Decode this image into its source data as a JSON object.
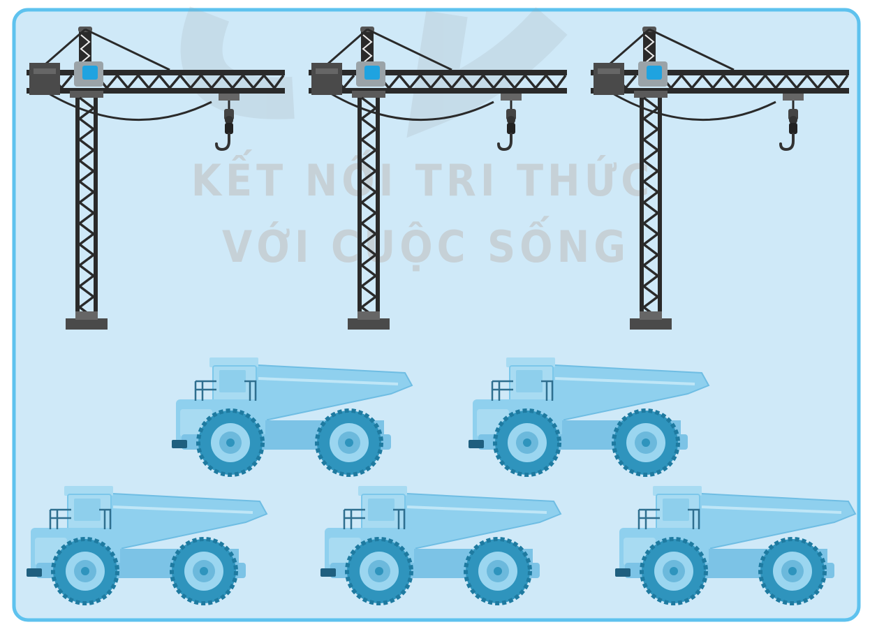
{
  "watermark": {
    "line1": "KẾT NỐI TRI THỨC",
    "line2": "VỚI CUỘC SỐNG"
  },
  "colors": {
    "panel_fill": "#cfe9f8",
    "panel_border": "#5ec2ee",
    "crane_steel": "#2a2a2a",
    "crane_cab": "#1fa3e0",
    "truck_body": "#8fd0ee",
    "truck_wheel": "#2f94bd"
  },
  "scene": {
    "cranes": [
      {
        "name": "tower-crane-1"
      },
      {
        "name": "tower-crane-2"
      },
      {
        "name": "tower-crane-3"
      }
    ],
    "trucks": [
      {
        "name": "dump-truck-1"
      },
      {
        "name": "dump-truck-2"
      },
      {
        "name": "dump-truck-3"
      },
      {
        "name": "dump-truck-4"
      },
      {
        "name": "dump-truck-5"
      }
    ]
  }
}
